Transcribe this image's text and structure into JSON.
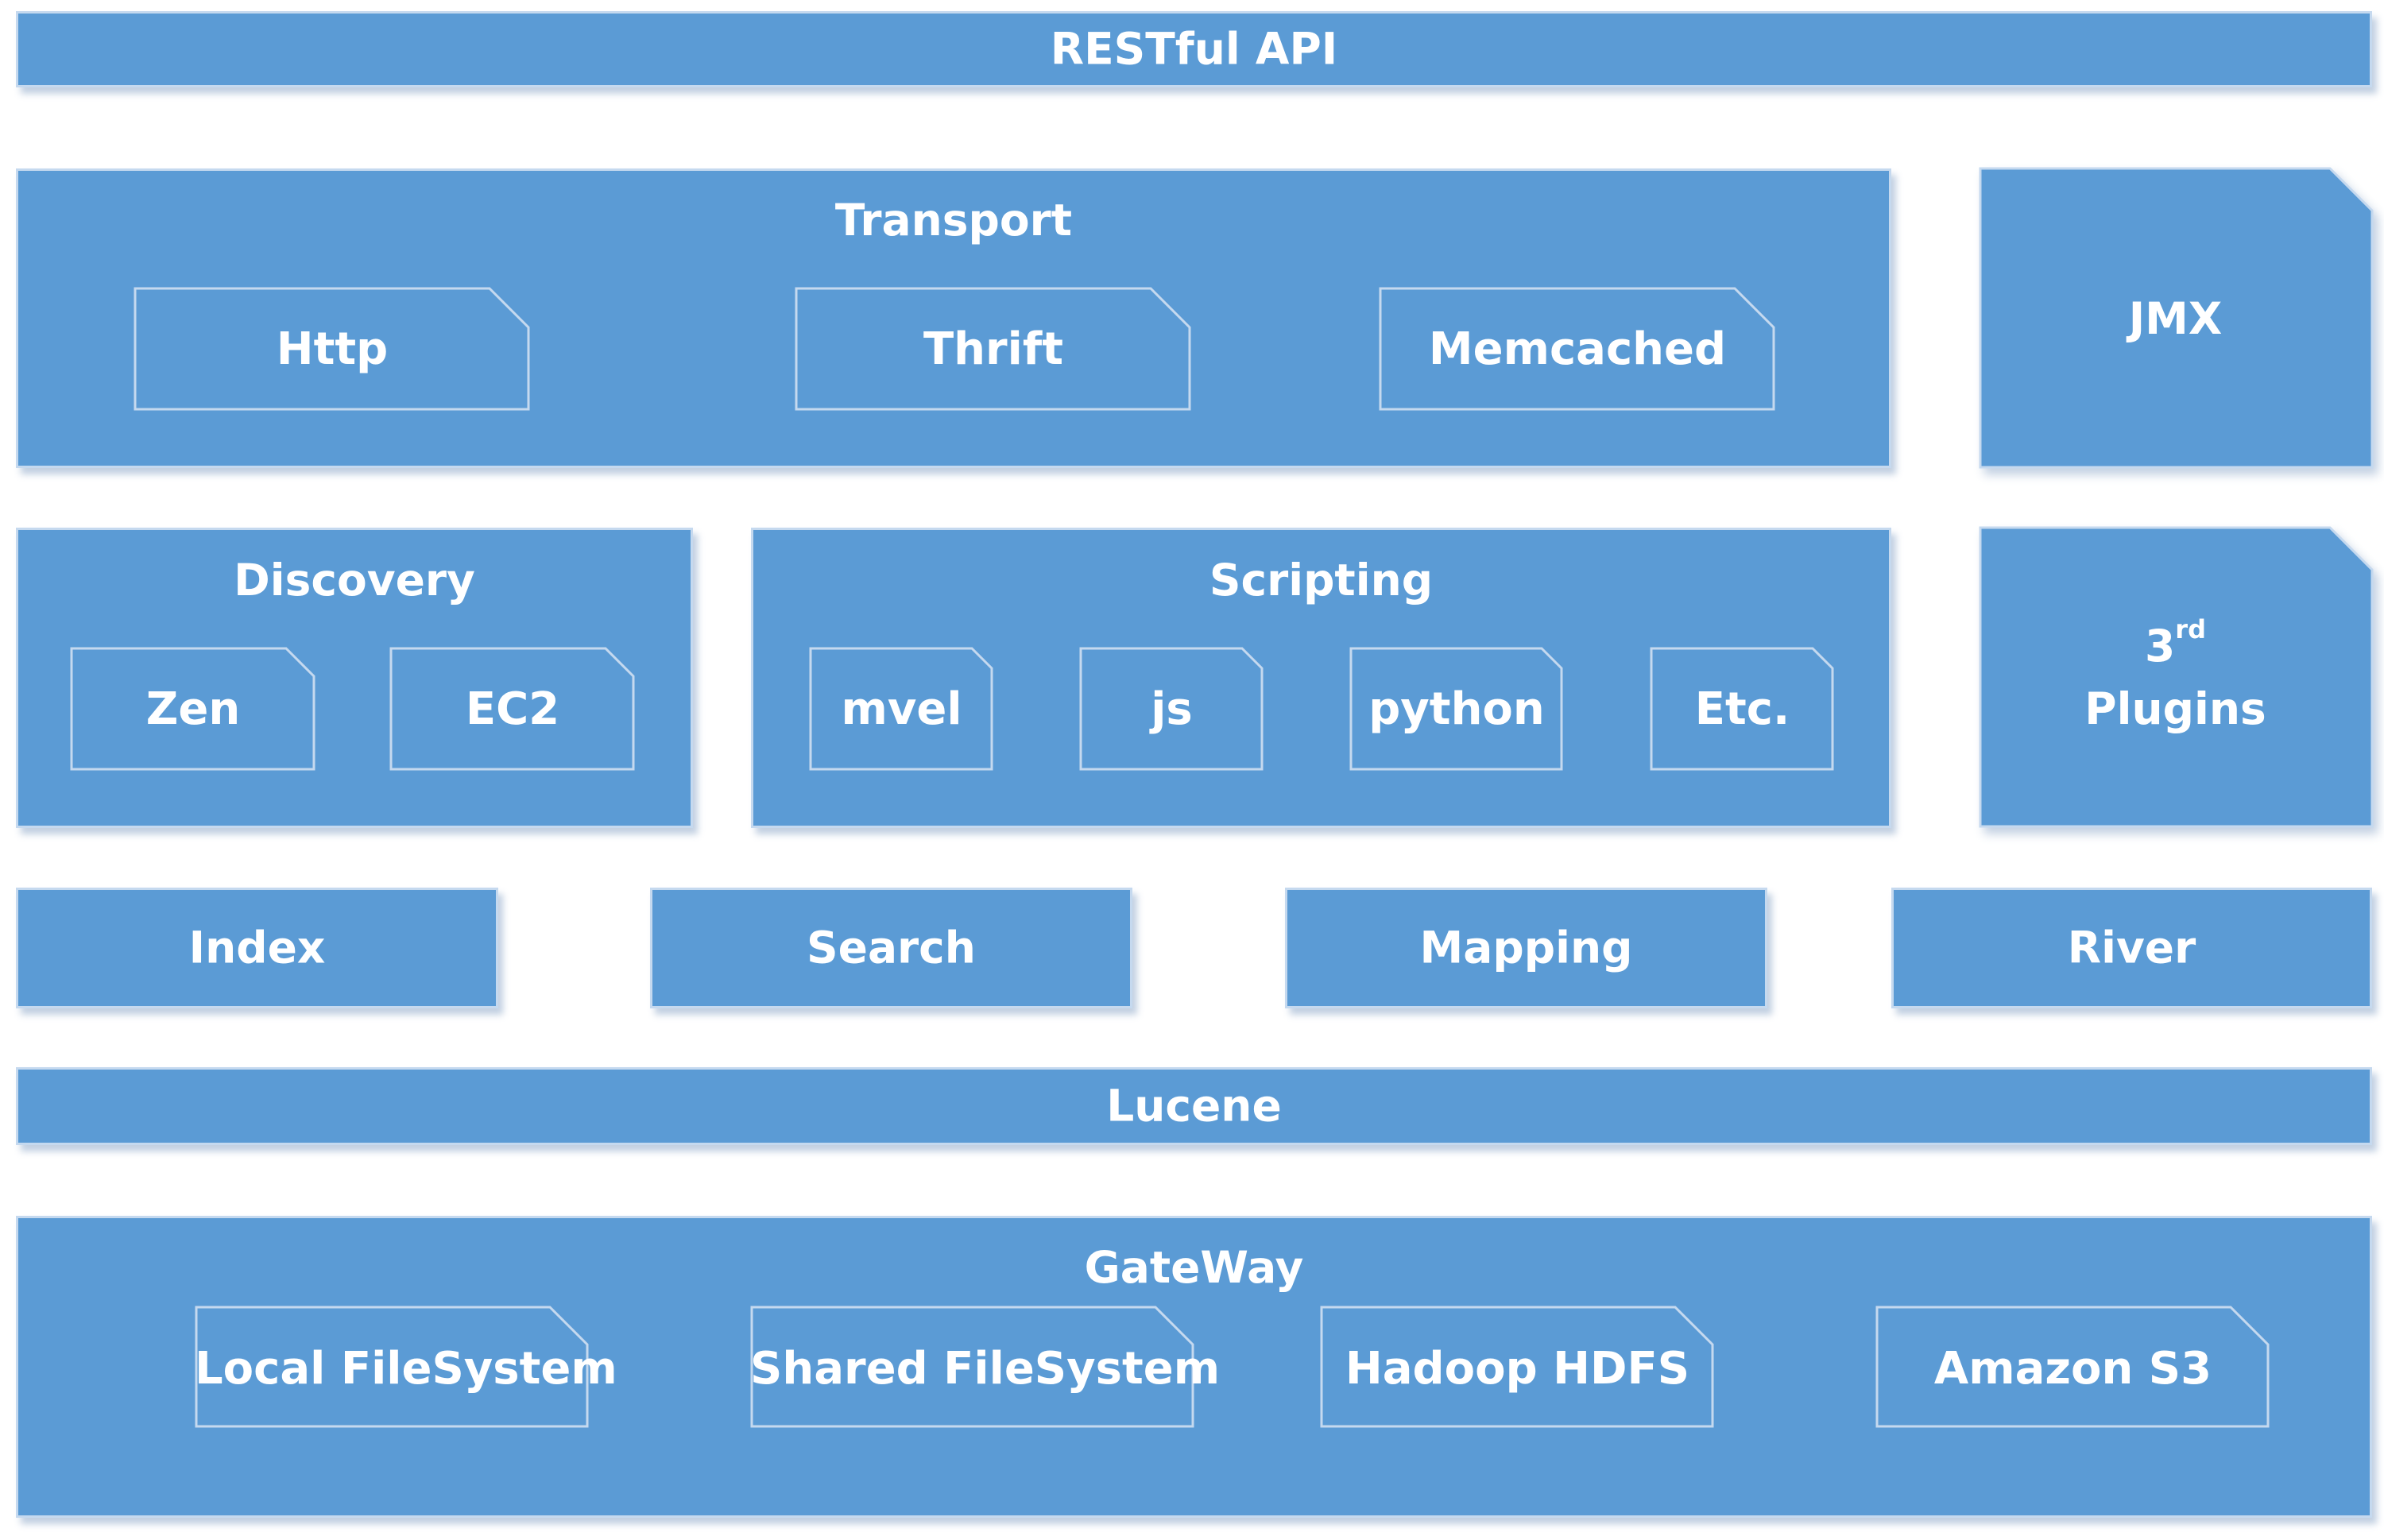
{
  "restful_api": "RESTful API",
  "transport": {
    "title": "Transport",
    "items": [
      "Http",
      "Thrift",
      "Memcached"
    ]
  },
  "jmx": "JMX",
  "discovery": {
    "title": "Discovery",
    "items": [
      "Zen",
      "EC2"
    ]
  },
  "scripting": {
    "title": "Scripting",
    "items": [
      "mvel",
      "js",
      "python",
      "Etc."
    ]
  },
  "plugins": {
    "number": "3",
    "superscript": "rd",
    "label": "Plugins"
  },
  "modules": [
    "Index",
    "Search",
    "Mapping",
    "River"
  ],
  "lucene": "Lucene",
  "gateway": {
    "title": "GateWay",
    "items": [
      "Local FileSystem",
      "Shared FileSystem",
      "Hadoop HDFS",
      "Amazon S3"
    ]
  },
  "colors": {
    "fill": "#5b9bd5",
    "border": "#c5d9ef",
    "text": "#ffffff"
  }
}
